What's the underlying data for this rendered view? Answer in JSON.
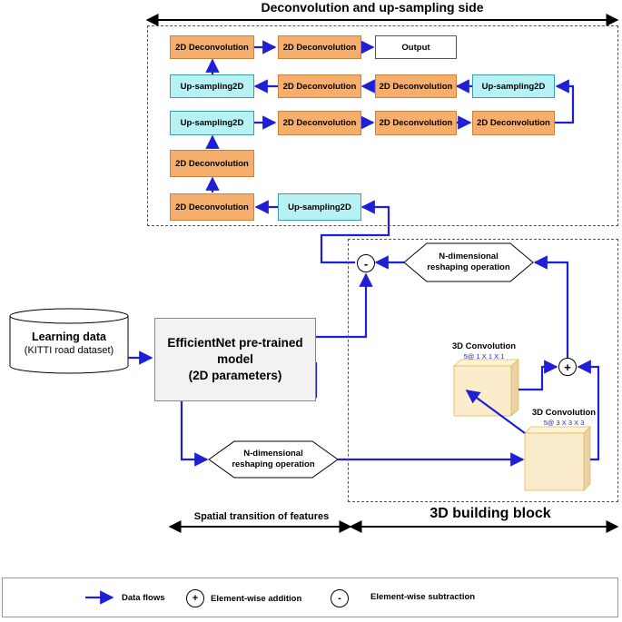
{
  "titles": {
    "top": "Deconvolution and up-sampling side",
    "spatial": "Spatial transition of features",
    "building_block": "3D building block"
  },
  "blocks": {
    "deconv": "2D Deconvolution",
    "upsamp": "Up-sampling2D",
    "output": "Output"
  },
  "learning_data": {
    "title": "Learning data",
    "subtitle": "(KITTI road dataset)"
  },
  "model": {
    "line1": "EfficientNet pre-trained",
    "line2": "model",
    "line3": "(2D parameters)"
  },
  "reshape": {
    "line1": "N-dimensional",
    "line2": "reshaping operation"
  },
  "conv_small": {
    "title": "3D Convolution",
    "detail": "5@ 1 X 1 X 1"
  },
  "conv_large": {
    "title": "3D Convolution",
    "detail": "5@ 3 X 3 X 3"
  },
  "ops": {
    "subtract": "-",
    "add": "+"
  },
  "legend": {
    "data_flows": "Data flows",
    "addition": "Element-wise addition",
    "subtraction": "Element-wise subtraction",
    "add_symbol": "+",
    "sub_symbol": "-"
  },
  "colors": {
    "deconvolution": "#f6ae6c",
    "upsampling": "#b7f1f4",
    "flow_arrow": "#1f1fd6",
    "conv_block": "#fbeccb",
    "model_box": "#f2f2f2"
  }
}
